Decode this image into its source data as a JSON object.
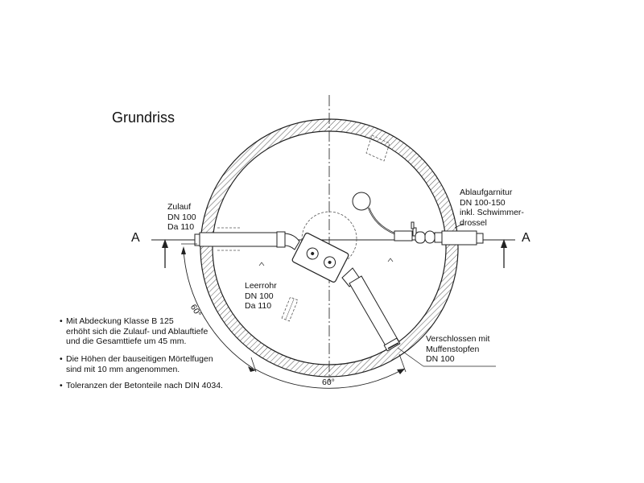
{
  "title": "Grundriss",
  "section_marker": "A",
  "labels": {
    "zulauf": [
      "Zulauf",
      "DN 100",
      "Da 110"
    ],
    "leerrohr": [
      "Leerrohr",
      "DN 100",
      "Da 110"
    ],
    "ablauf": [
      "Ablaufgarnitur",
      "DN 100-150",
      "inkl. Schwimmer-",
      "drossel"
    ],
    "verschlossen": [
      "Verschlossen mit",
      "Muffenstopfen",
      "DN 100"
    ]
  },
  "angles": {
    "left": "60°",
    "bottom": "60°"
  },
  "notes": [
    [
      "Mit Abdeckung Klasse B 125",
      "erhöht sich die Zulauf- und Ablauftiefe",
      "und die Gesamttiefe um 45 mm."
    ],
    [
      "Die Höhen der bauseitigen Mörtelfugen",
      "sind mit 10 mm angenommen."
    ],
    [
      "Toleranzen der Betonteile nach DIN 4034."
    ]
  ],
  "colors": {
    "line": "#222222",
    "hatch": "#555555",
    "background": "#ffffff"
  }
}
